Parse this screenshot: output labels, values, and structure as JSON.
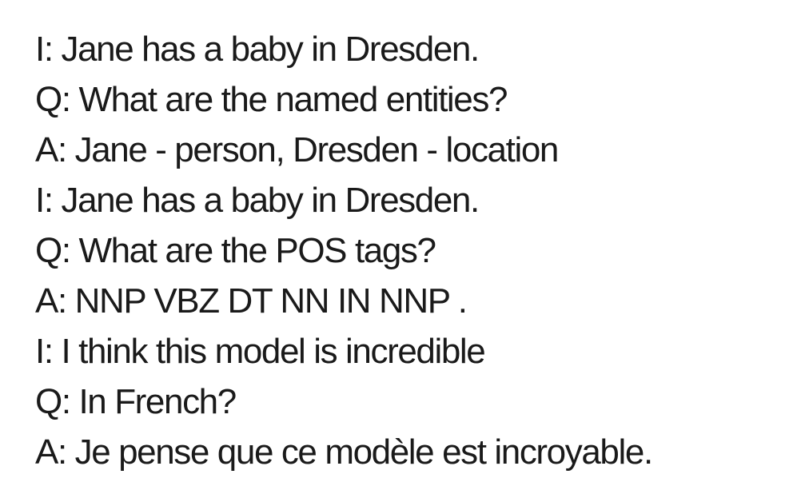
{
  "examples": [
    {
      "input": "I: Jane has a baby in Dresden.",
      "question": "Q: What are the named entities?",
      "answer": "A: Jane - person, Dresden - location"
    },
    {
      "input": "I: Jane has a baby in Dresden.",
      "question": "Q: What are the POS tags?",
      "answer": "A: NNP VBZ DT NN IN NNP ."
    },
    {
      "input": "I: I think this model is incredible",
      "question": "Q: In French?",
      "answer": "A: Je pense que ce modèle est incroyable."
    }
  ]
}
